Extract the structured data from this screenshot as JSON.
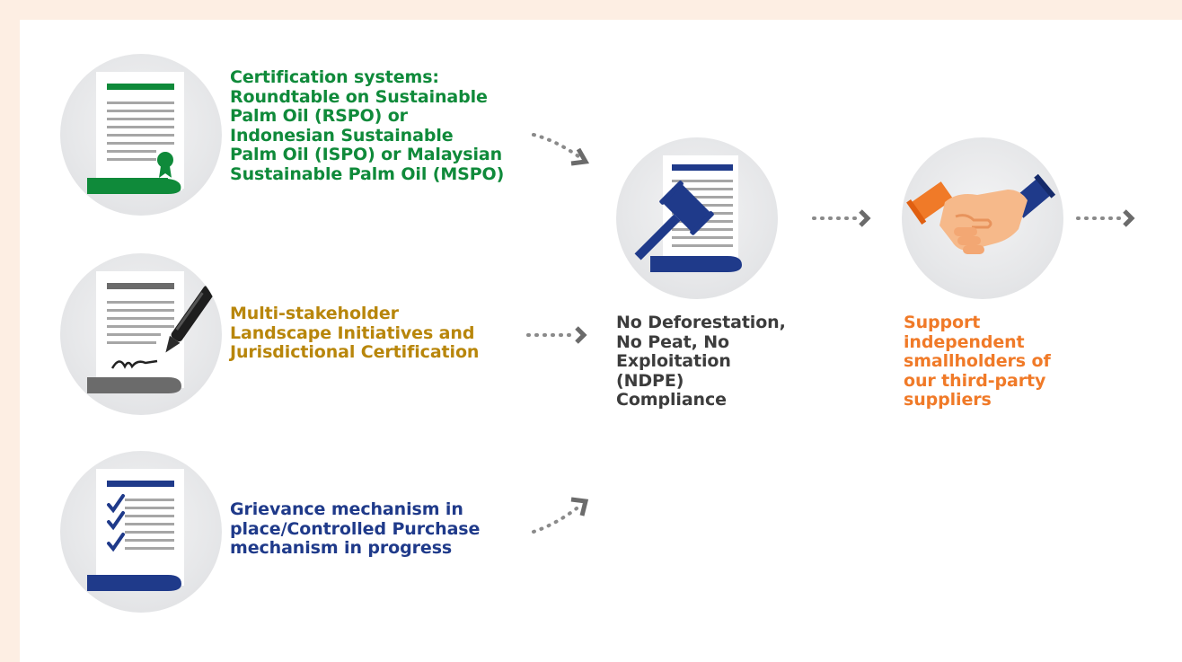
{
  "inputs": [
    {
      "id": "certification",
      "label": "Certification systems: Roundtable on Sustainable Palm Oil (RSPO) or Indonesian Sustainable Palm Oil (ISPO) or Malaysian Sustainable Palm Oil (MSPO)",
      "lines": [
        "Certification systems:",
        "Roundtable on Sustainable",
        "Palm Oil (RSPO) or",
        "Indonesian Sustainable",
        "Palm Oil (ISPO) or Malaysian",
        "Sustainable Palm Oil (MSPO)"
      ],
      "color": "#0f8a3a",
      "icon": "certificate-icon"
    },
    {
      "id": "landscape",
      "lines": [
        "Multi-stakeholder",
        "Landscape Initiatives and",
        "Jurisdictional Certification"
      ],
      "color": "#b8860b",
      "icon": "signed-document-icon"
    },
    {
      "id": "grievance",
      "lines": [
        "Grievance mechanism in",
        "place/Controlled Purchase",
        "mechanism in progress"
      ],
      "color": "#1f3a8a",
      "icon": "checklist-icon"
    }
  ],
  "outcome": {
    "lines": [
      "No Deforestation,",
      "No Peat, No",
      "Exploitation",
      "(NDPE)",
      "Compliance"
    ],
    "color": "#3c3c3c",
    "icon": "gavel-document-icon"
  },
  "final": {
    "lines": [
      "Support",
      "independent",
      "smallholders of",
      "our third-party",
      "suppliers"
    ],
    "color": "#f07a28",
    "icon": "handshake-icon"
  },
  "colors": {
    "background": "#fdeee3",
    "panel": "#ffffff",
    "arrow": "#8a8a8a",
    "arrow_head": "#6b6b6b"
  }
}
